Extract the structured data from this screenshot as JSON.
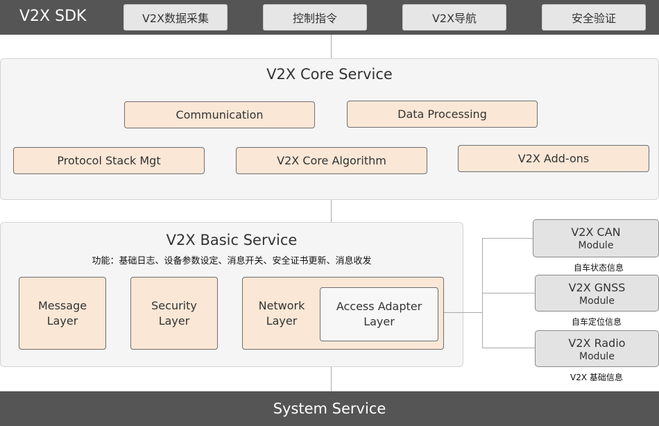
{
  "sdk": {
    "title": "V2X SDK",
    "buttons": [
      "V2X数据采集",
      "控制指令",
      "V2X导航",
      "安全验证"
    ]
  },
  "core": {
    "title": "V2X Core Service",
    "modules": [
      "Communication",
      "Data Processing",
      "Protocol Stack Mgt",
      "V2X Core Algorithm",
      "V2X Add-ons"
    ]
  },
  "basic": {
    "title": "V2X Basic Service",
    "subtitle": "功能：基础日志、设备参数设定、消息开关、安全证书更新、消息收发",
    "message_layer": [
      "Message",
      "Layer"
    ],
    "security_layer": [
      "Security",
      "Layer"
    ],
    "network_layer": [
      "Network",
      "Layer"
    ],
    "access_adapter": [
      "Access Adapter",
      "Layer"
    ]
  },
  "side_modules": [
    {
      "name": "V2X CAN",
      "sub": "Module",
      "caption": "自车状态信息"
    },
    {
      "name": "V2X GNSS",
      "sub": "Module",
      "caption": "自车定位信息"
    },
    {
      "name": "V2X Radio",
      "sub": "Module",
      "caption": "V2X 基础信息"
    }
  ],
  "system": {
    "title": "System Service"
  },
  "colors": {
    "bar": "#555555",
    "module_fill": "#fbe7d6",
    "panel_fill": "#f5f5f5"
  }
}
